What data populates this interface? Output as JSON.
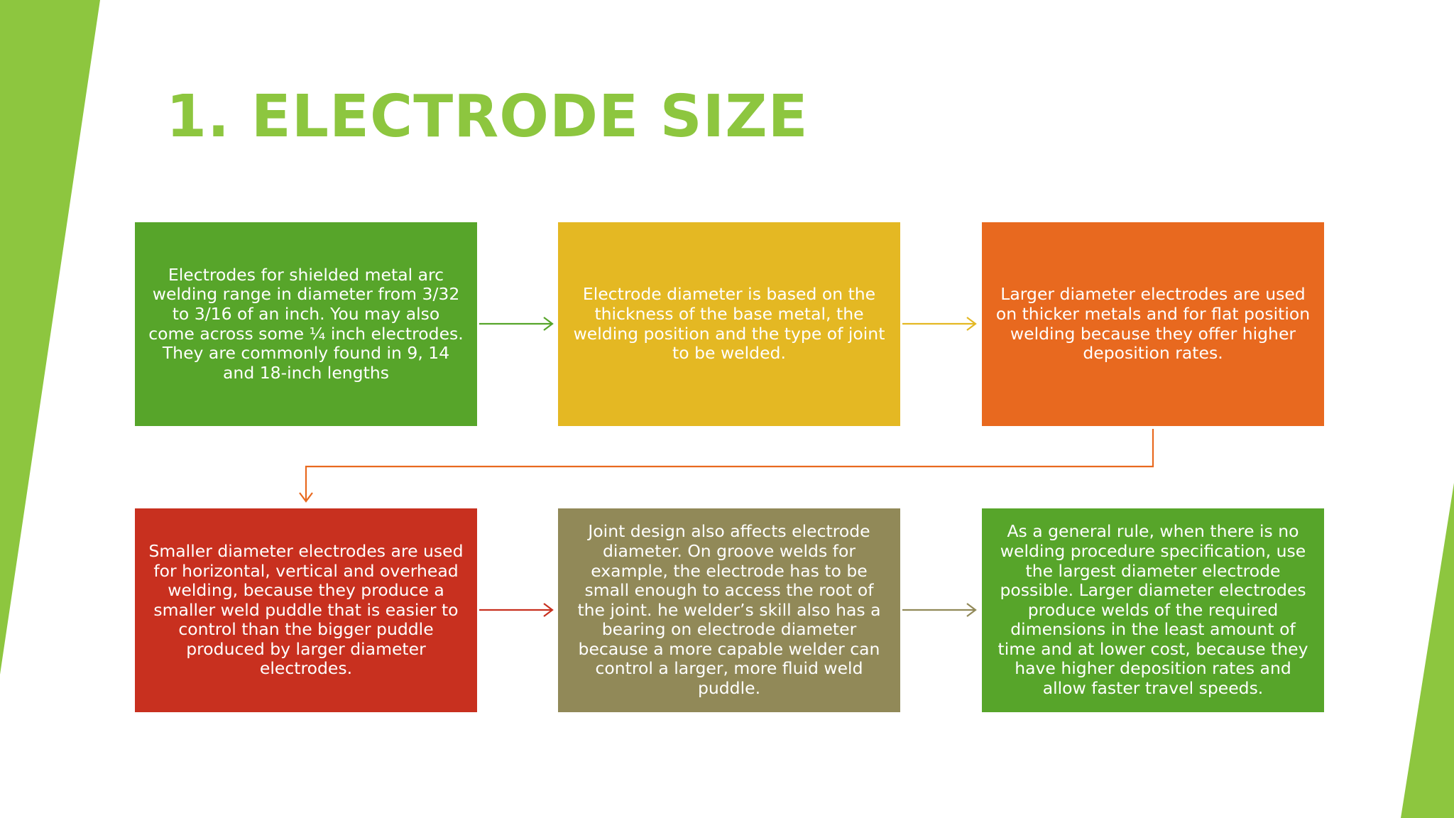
{
  "slide": {
    "title": "1. ELECTRODE SIZE",
    "colors": {
      "accent_green": "#8dc63f",
      "title_green": "#8dc63f",
      "box_green": "#57a52a",
      "box_yellow": "#e4b823",
      "box_orange": "#e8691f",
      "box_red": "#c8301f",
      "box_olive": "#918958"
    }
  },
  "flow": {
    "steps": [
      {
        "id": "step-1",
        "text": "Electrodes for shielded metal arc welding range in diameter from 3/32 to 3/16 of an inch. You may also come across some ¼ inch electrodes. They are commonly found in 9, 14 and 18-inch lengths",
        "color": "#57a52a"
      },
      {
        "id": "step-2",
        "text": "Electrode diameter is based on the thickness of the base metal, the welding position and the type of joint to be welded.",
        "color": "#e4b823"
      },
      {
        "id": "step-3",
        "text": "Larger diameter electrodes are used on thicker metals and for flat position welding because they offer higher deposition rates.",
        "color": "#e8691f"
      },
      {
        "id": "step-4",
        "text": "Smaller diameter electrodes are used for horizontal, vertical and overhead welding, because they produce a smaller weld puddle that is easier to control than the bigger puddle produced by larger diameter electrodes.",
        "color": "#c8301f"
      },
      {
        "id": "step-5",
        "text": "Joint design also affects electrode diameter. On groove welds for example, the electrode has to be small enough to access the root of the joint. he welder’s skill also has a bearing on electrode diameter because a more capable welder can control a larger, more fluid weld puddle.",
        "color": "#918958"
      },
      {
        "id": "step-6",
        "text": "As a general rule, when there is no welding procedure specification, use the largest diameter electrode possible. Larger diameter electrodes produce welds of the required dimensions in the least amount of time and at lower cost, because they have higher deposition rates and allow faster travel speeds.",
        "color": "#57a52a"
      }
    ],
    "connectors": [
      {
        "from": "step-1",
        "to": "step-2",
        "color": "#57a52a"
      },
      {
        "from": "step-2",
        "to": "step-3",
        "color": "#e4b823"
      },
      {
        "from": "step-3",
        "to": "step-4",
        "color": "#e8691f"
      },
      {
        "from": "step-4",
        "to": "step-5",
        "color": "#c8301f"
      },
      {
        "from": "step-5",
        "to": "step-6",
        "color": "#918958"
      }
    ]
  }
}
